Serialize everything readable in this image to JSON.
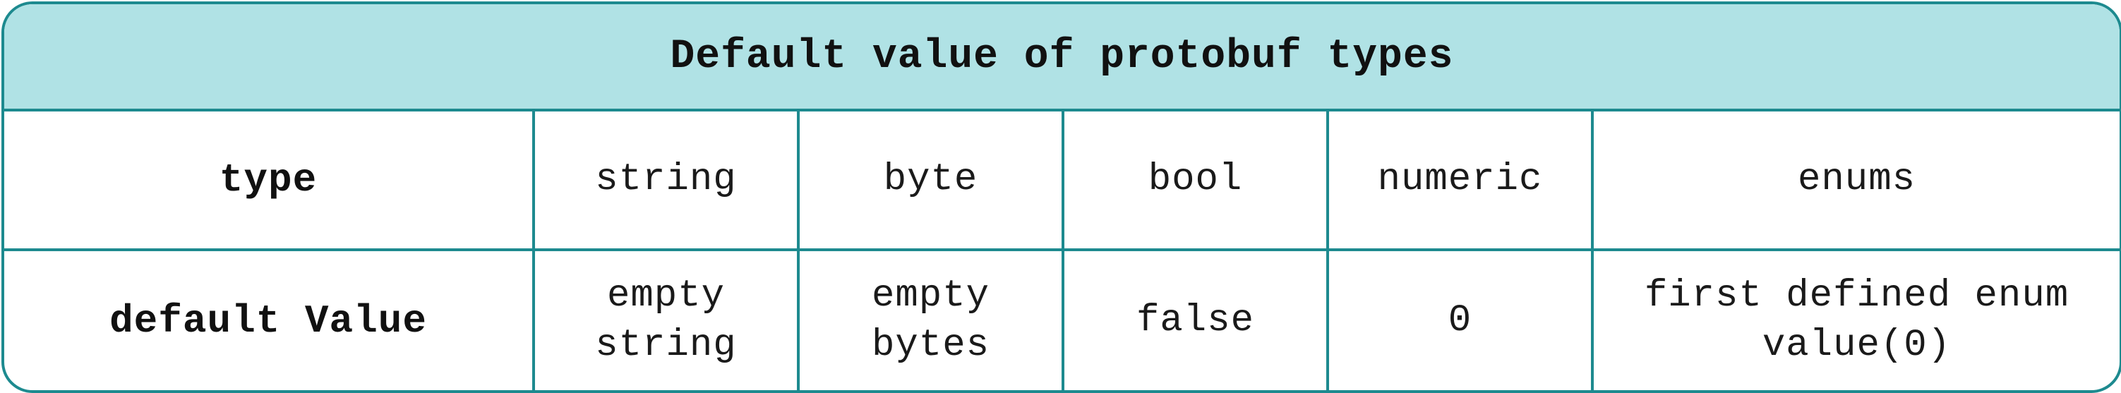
{
  "table": {
    "title": "Default value of protobuf types",
    "rows": [
      {
        "header": "type",
        "cells": [
          "string",
          "byte",
          "bool",
          "numeric",
          "enums"
        ]
      },
      {
        "header": "default Value",
        "cells": [
          "empty\nstring",
          "empty\nbytes",
          "false",
          "0",
          "first defined enum\nvalue(0)"
        ]
      }
    ]
  },
  "colors": {
    "border": "#1d8a8f",
    "title_background": "#b0e2e5",
    "text": "#1a1a1a"
  }
}
